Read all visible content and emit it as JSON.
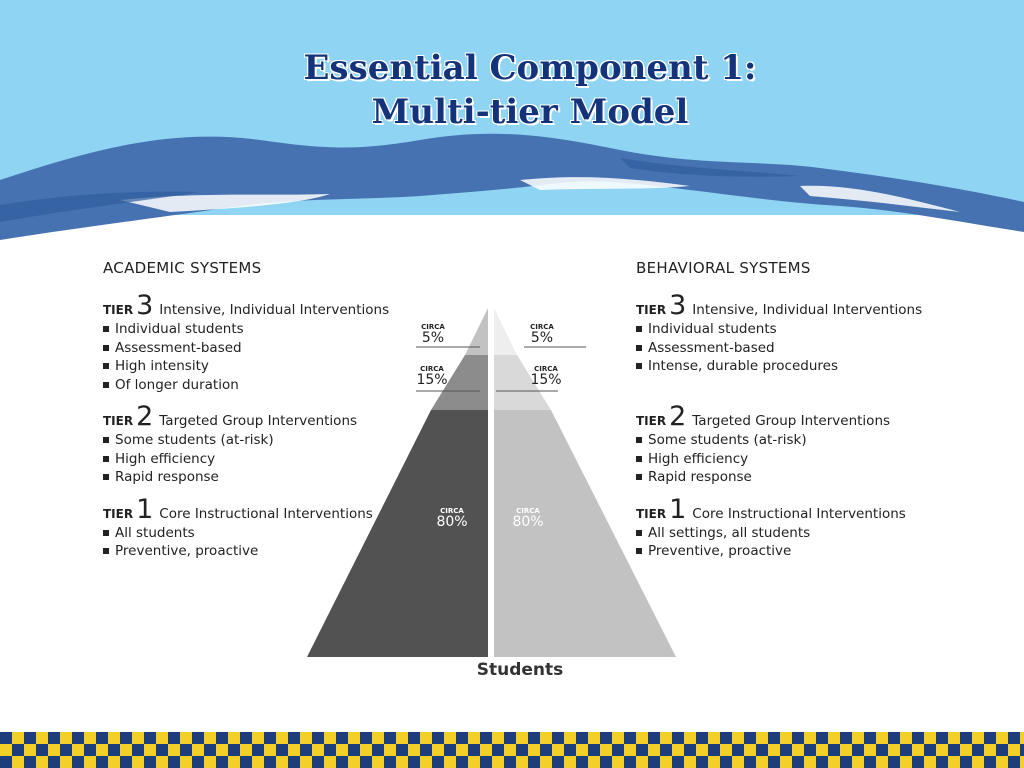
{
  "title": {
    "line1": "Essential Component 1:",
    "line2": "Multi-tier Model"
  },
  "academic": {
    "heading": "ACADEMIC SYSTEMS",
    "tiers": [
      {
        "word": "TIER",
        "num": "3",
        "title": "Intensive, Individual Interventions",
        "items": [
          "Individual students",
          "Assessment-based",
          "High intensity",
          "Of longer duration"
        ]
      },
      {
        "word": "TIER",
        "num": "2",
        "title": "Targeted Group Interventions",
        "items": [
          "Some students (at-risk)",
          "High efficiency",
          "Rapid response"
        ]
      },
      {
        "word": "TIER",
        "num": "1",
        "title": "Core Instructional Interventions",
        "items": [
          "All students",
          "Preventive, proactive"
        ]
      }
    ]
  },
  "behavioral": {
    "heading": "BEHAVIORAL SYSTEMS",
    "tiers": [
      {
        "word": "TIER",
        "num": "3",
        "title": "Intensive, Individual Interventions",
        "items": [
          "Individual students",
          "Assessment-based",
          "Intense, durable procedures"
        ]
      },
      {
        "word": "TIER",
        "num": "2",
        "title": "Targeted Group Interventions",
        "items": [
          "Some students (at-risk)",
          "High efficiency",
          "Rapid response"
        ]
      },
      {
        "word": "TIER",
        "num": "1",
        "title": "Core Instructional Interventions",
        "items": [
          "All settings, all students",
          "Preventive, proactive"
        ]
      }
    ]
  },
  "pyramid": {
    "circa": "CIRCA",
    "tier3_pct": "5%",
    "tier2_pct": "15%",
    "tier1_pct": "80%",
    "base_label": "Students"
  },
  "colors": {
    "sky": "#8fd4f2",
    "wave": "#4672b1",
    "title": "#14337a",
    "academic_tier1": "#525252",
    "academic_tier2": "#8c8c8c",
    "academic_tier3": "#c2c2c2",
    "behavioral_tier1": "#c2c2c2",
    "behavioral_tier2": "#d9d9d9",
    "behavioral_tier3": "#eeeeee",
    "check_a": "#1d3e7a",
    "check_b": "#f2d027"
  }
}
